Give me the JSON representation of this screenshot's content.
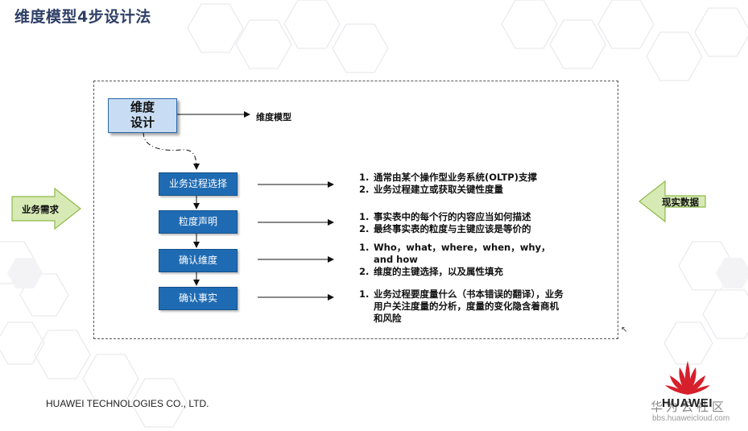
{
  "title": "维度模型4步设计法",
  "top_box": {
    "line1": "维度",
    "line2": "设计",
    "label": "维度模型"
  },
  "left_arrow": "业务需求",
  "right_arrow": "现实数据",
  "steps": [
    {
      "label": "业务过程选择",
      "desc": [
        {
          "num": "1.",
          "text": "通常由某个操作型业务系统(OLTP)支撑"
        },
        {
          "num": "2.",
          "text": "业务过程建立或获取关键性度量"
        }
      ]
    },
    {
      "label": "粒度声明",
      "desc": [
        {
          "num": "1.",
          "text": "事实表中的每个行的内容应当如何描述"
        },
        {
          "num": "2.",
          "text": "最终事实表的粒度与主键应该是等价的"
        }
      ]
    },
    {
      "label": "确认维度",
      "desc": [
        {
          "num": "1.",
          "text": "Who，what，where，when，why，and how"
        },
        {
          "num": "2.",
          "text": "维度的主键选择，以及属性填充"
        }
      ]
    },
    {
      "label": "确认事实",
      "desc": [
        {
          "num": "1.",
          "text": "业务过程要度量什么（书本错误的翻译），业务用户关注度量的分析，度量的变化隐含着商机和风险"
        }
      ]
    }
  ],
  "footer": "HUAWEI TECHNOLOGIES CO., LTD.",
  "logo": {
    "brand": "HUAWEI",
    "community": "华为云社区",
    "url": "bbs.huaweicloud.com"
  },
  "colors": {
    "step_fill": "#1f6bb3",
    "top_box_fill": "#c8ddf3",
    "arrow_fill": "#d7eab5",
    "arrow_stroke": "#8dbb48",
    "logo_red": "#d6202b"
  }
}
